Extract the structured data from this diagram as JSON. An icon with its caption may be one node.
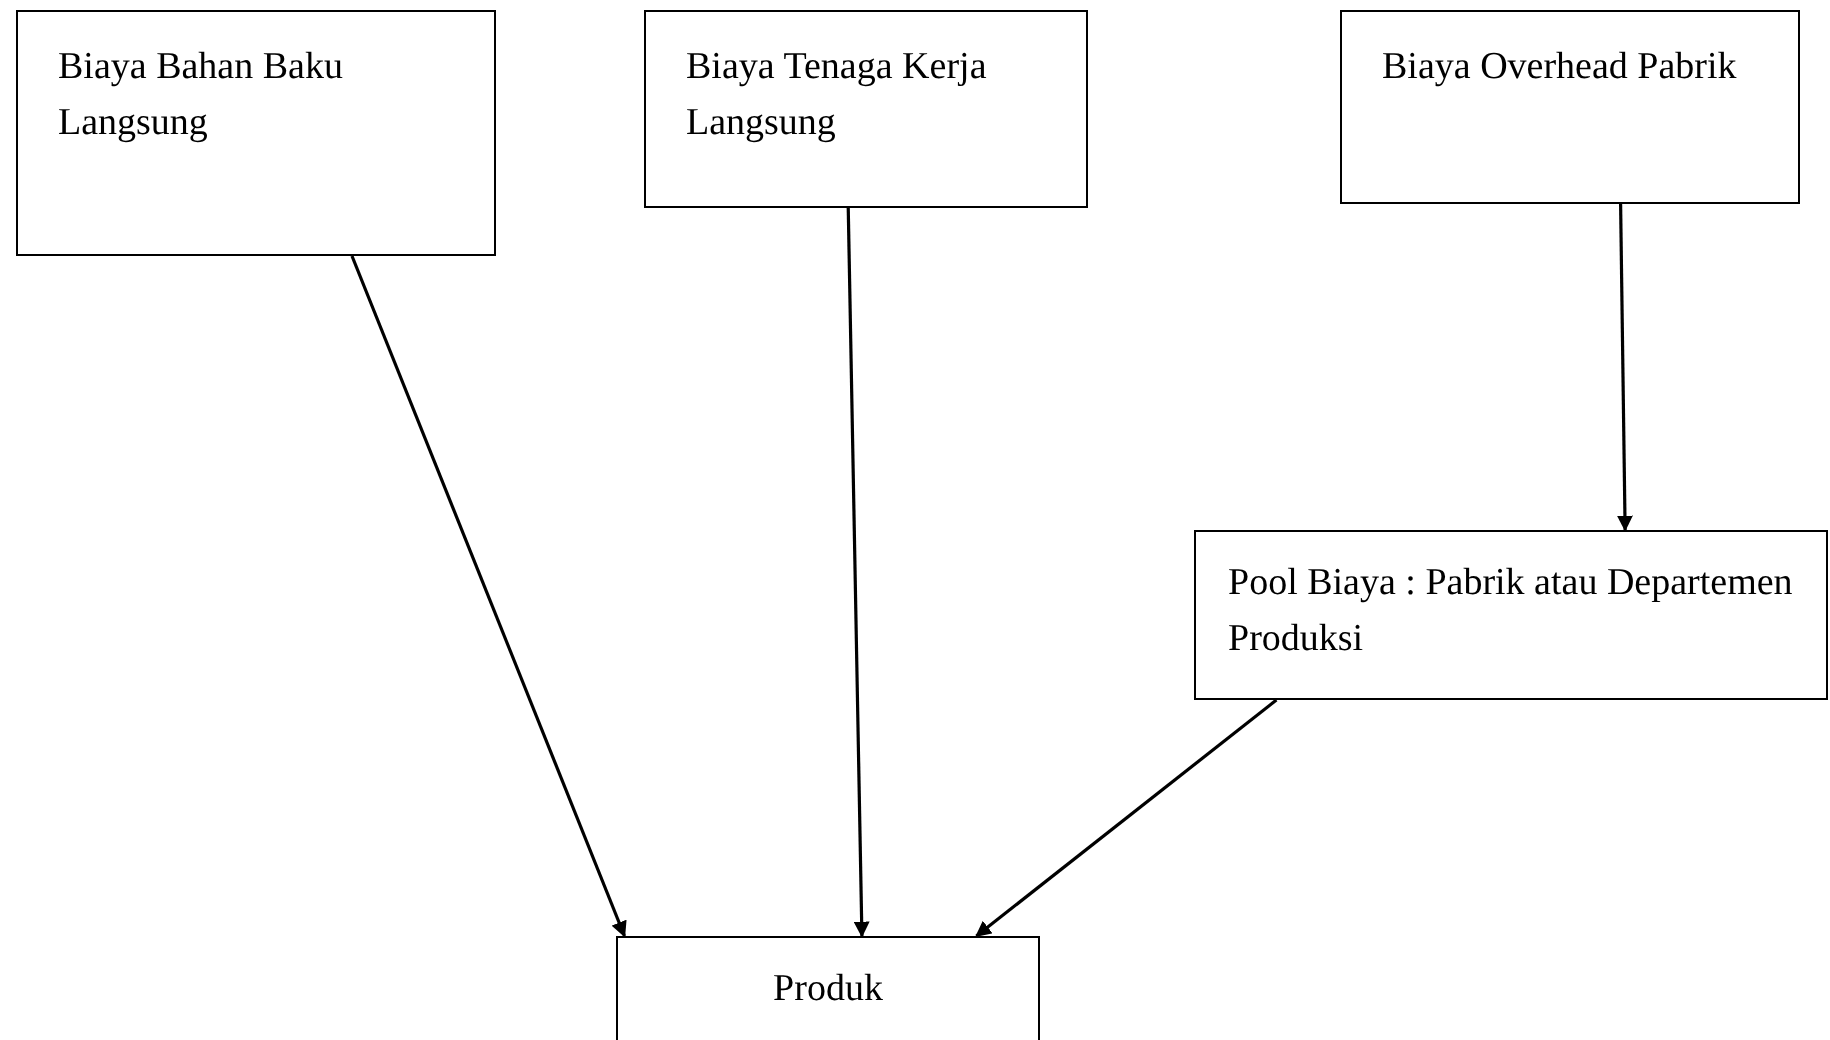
{
  "diagram": {
    "nodes": [
      {
        "text": [
          "Biaya Bahan Baku Langsung"
        ]
      },
      {
        "text": [
          "Biaya Tenaga Kerja Langsung"
        ]
      },
      {
        "text": [
          "Biaya Overhead Pabrik"
        ]
      },
      {
        "text": [
          "Pool Biaya : Pabrik atau Departemen Produksi"
        ]
      },
      {
        "text": [
          "Produk"
        ]
      }
    ],
    "edges": [
      {
        "from": 0,
        "to": 4,
        "arrow": "to"
      },
      {
        "from": 1,
        "to": 4,
        "arrow": "to"
      },
      {
        "from": 2,
        "to": 3,
        "arrow": "to"
      },
      {
        "from": 3,
        "to": 4,
        "arrow": "to"
      }
    ]
  }
}
